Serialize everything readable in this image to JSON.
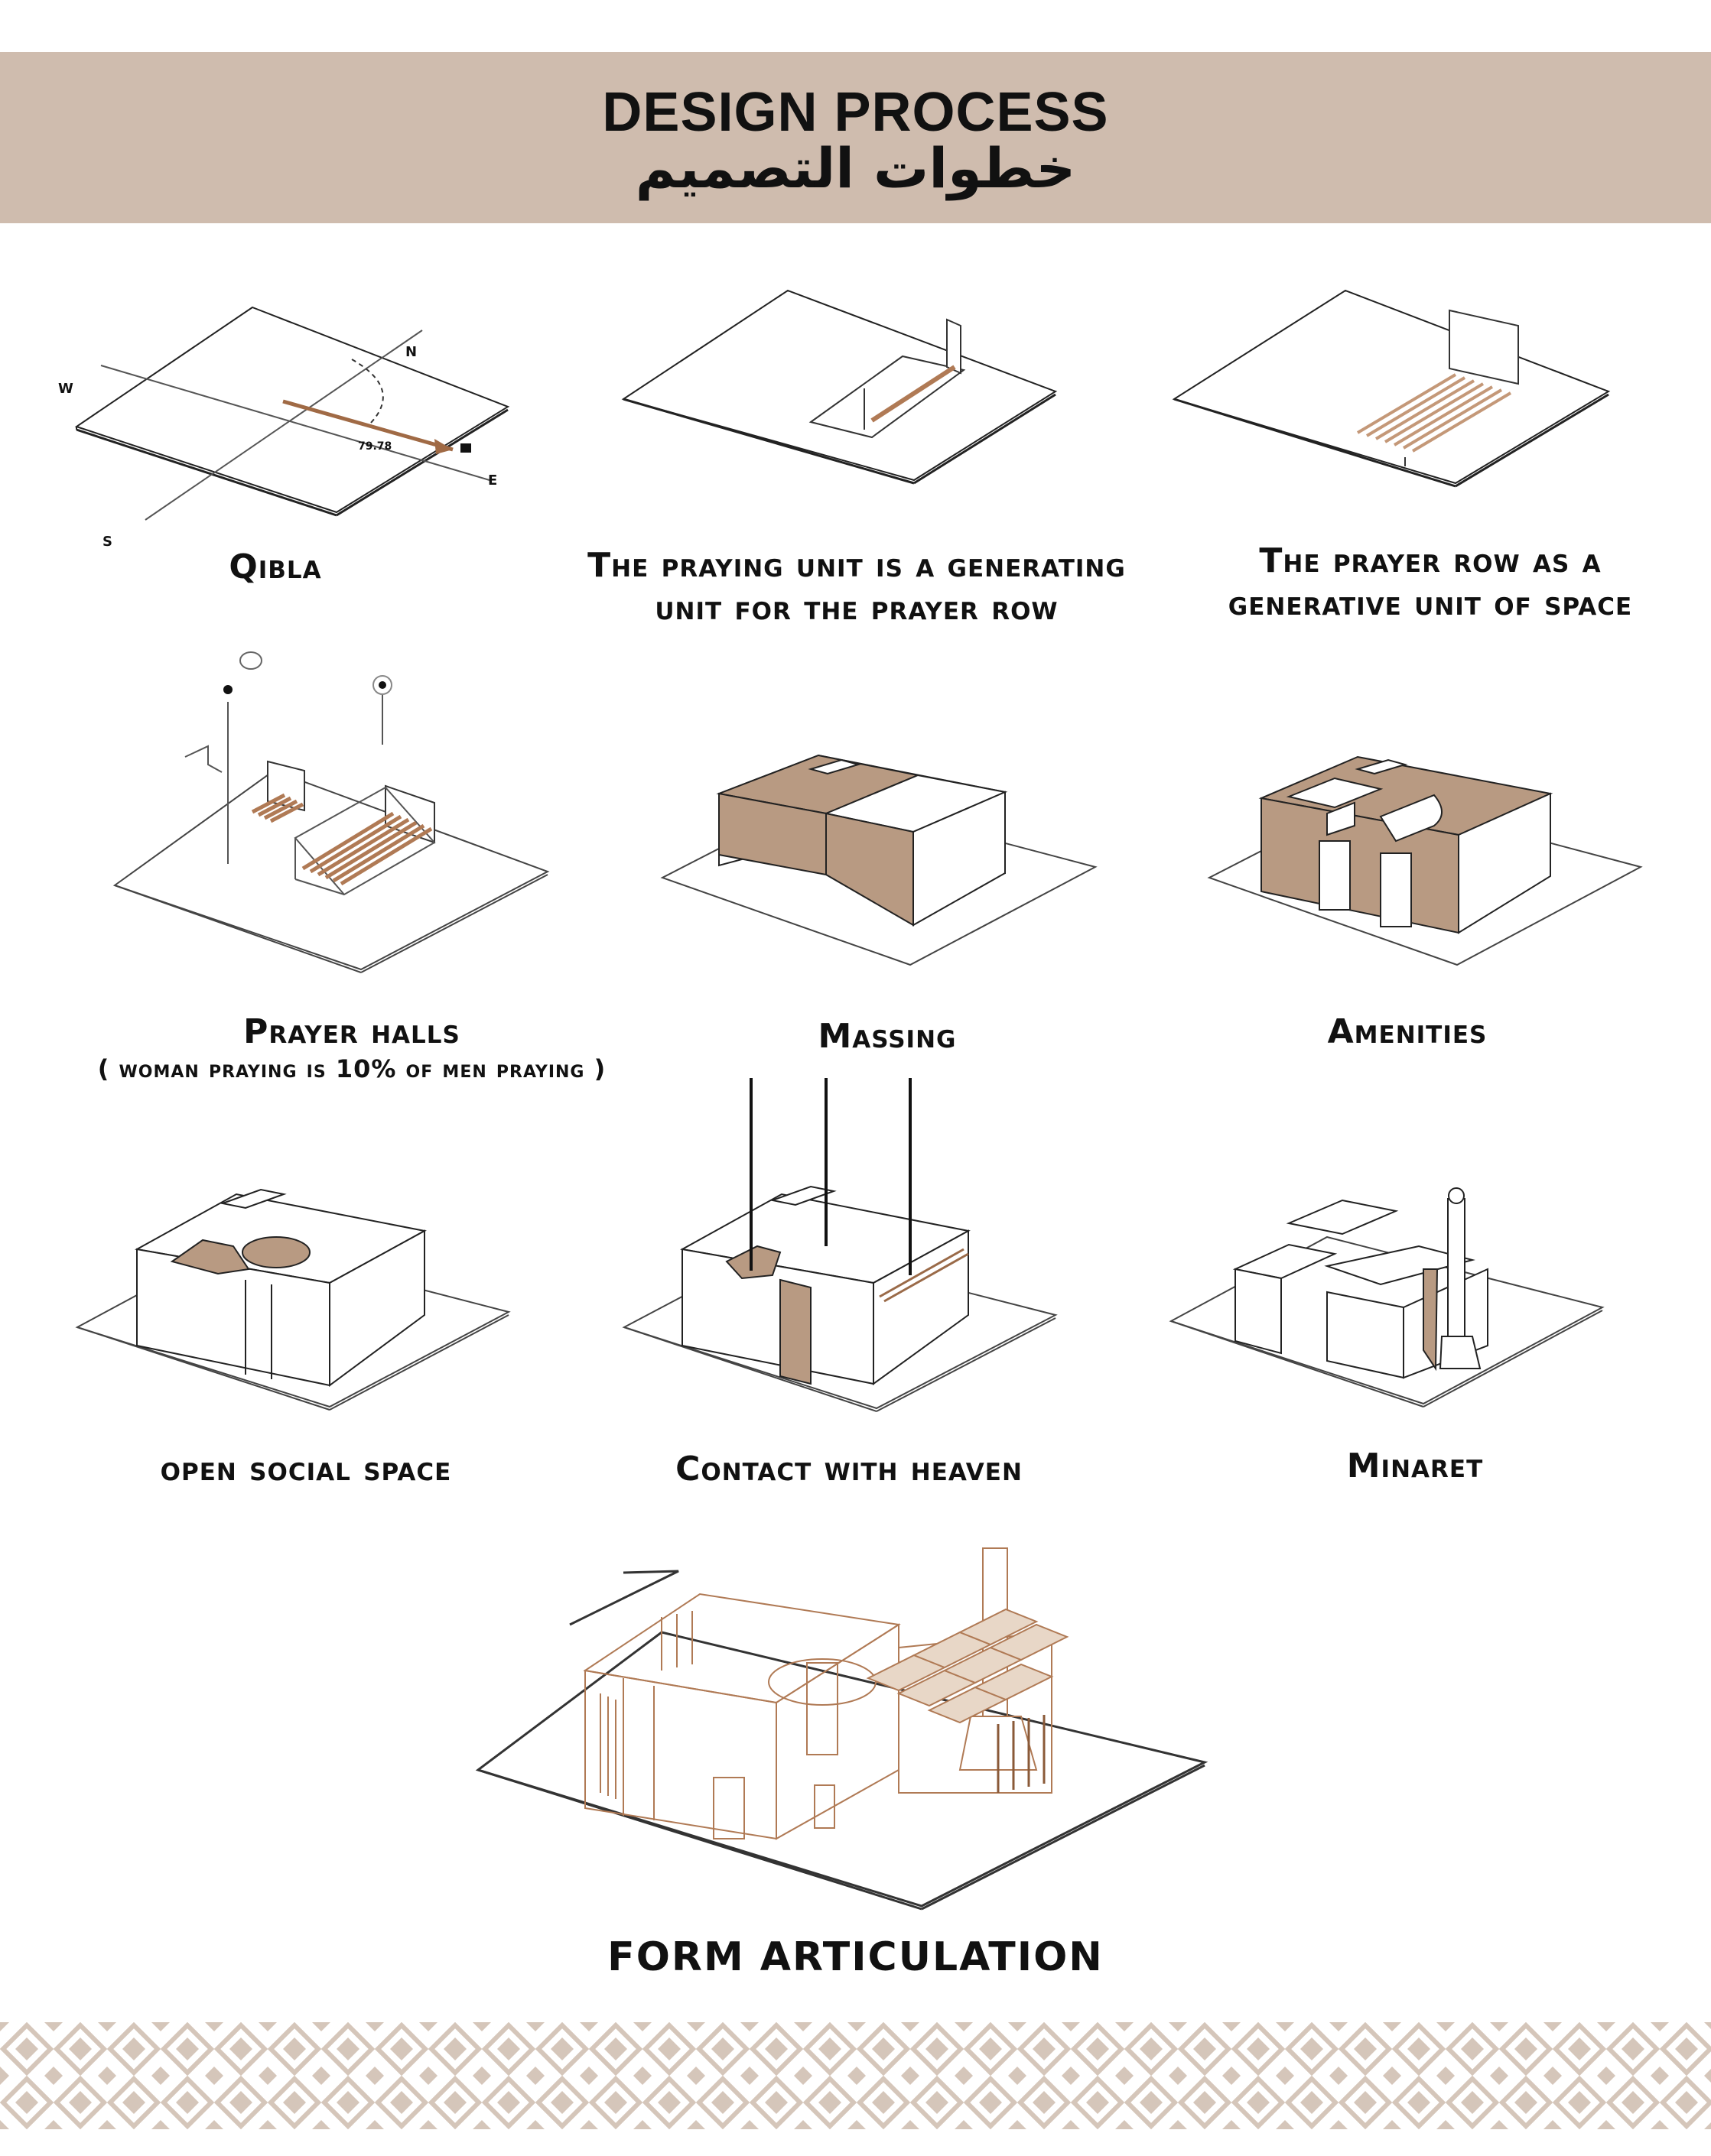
{
  "header": {
    "title_en": "DESIGN PROCESS",
    "title_ar": "خطوات التصميم"
  },
  "steps": [
    {
      "label": "Qibla"
    },
    {
      "label": "The praying unit is a generating unit for the prayer row"
    },
    {
      "label": "The prayer row as a generative unit of space"
    },
    {
      "label": "Prayer halls",
      "note": "( woman praying is 10% of men praying )"
    },
    {
      "label": "Massing"
    },
    {
      "label": "Amenities"
    },
    {
      "label": "open social space"
    },
    {
      "label": "Contact with heaven"
    },
    {
      "label": "Minaret"
    }
  ],
  "qibla_diagram": {
    "compass": [
      "N",
      "E",
      "S",
      "W"
    ],
    "angle": "79.78"
  },
  "final": {
    "label": "FORM ARTICULATION"
  },
  "colors": {
    "banner": "#cfbcae",
    "accent": "#b89a82",
    "arrow": "#a06a45",
    "line": "#333333"
  }
}
